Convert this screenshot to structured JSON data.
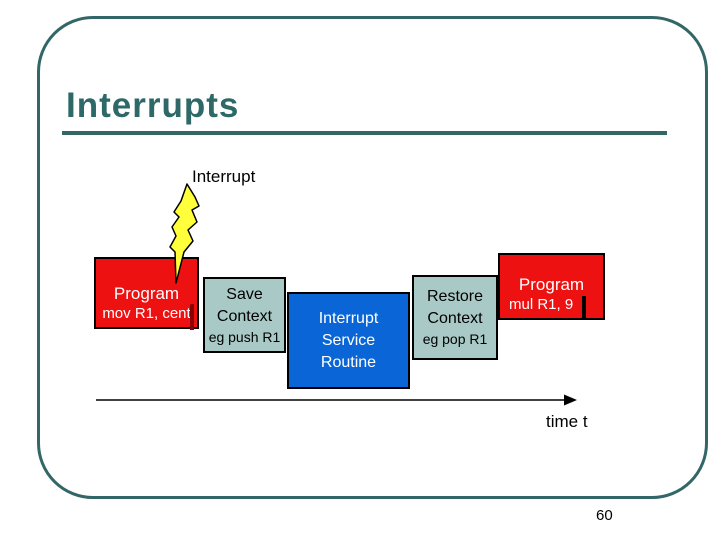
{
  "slide": {
    "title": "Interrupts",
    "page_number": "60"
  },
  "diagram": {
    "interrupt_label": "Interrupt",
    "timeline_label": "time t",
    "boxes": [
      {
        "name": "program-before",
        "line1": "Program",
        "line2": "mov R1, cent"
      },
      {
        "name": "save-context",
        "line1": "Save",
        "line2": "Context",
        "line3": "eg push R1"
      },
      {
        "name": "interrupt-service-routine",
        "line1": "Interrupt",
        "line2": "Service",
        "line3": "Routine"
      },
      {
        "name": "restore-context",
        "line1": "Restore",
        "line2": "Context",
        "line3": "eg pop R1"
      },
      {
        "name": "program-after",
        "line1": "Program",
        "line2": "mul R1, 9"
      }
    ]
  },
  "colors": {
    "accent_teal": "#2E6868",
    "border_teal": "#336666",
    "program_red": "#EE1111",
    "context_gray_blue": "#A8C9C6",
    "isr_blue": "#0A66D6",
    "bolt_yellow": "#FFFF3B",
    "cursor_dark_red": "#8B0000",
    "text_black": "#000000",
    "text_white": "#FFFFFF"
  }
}
